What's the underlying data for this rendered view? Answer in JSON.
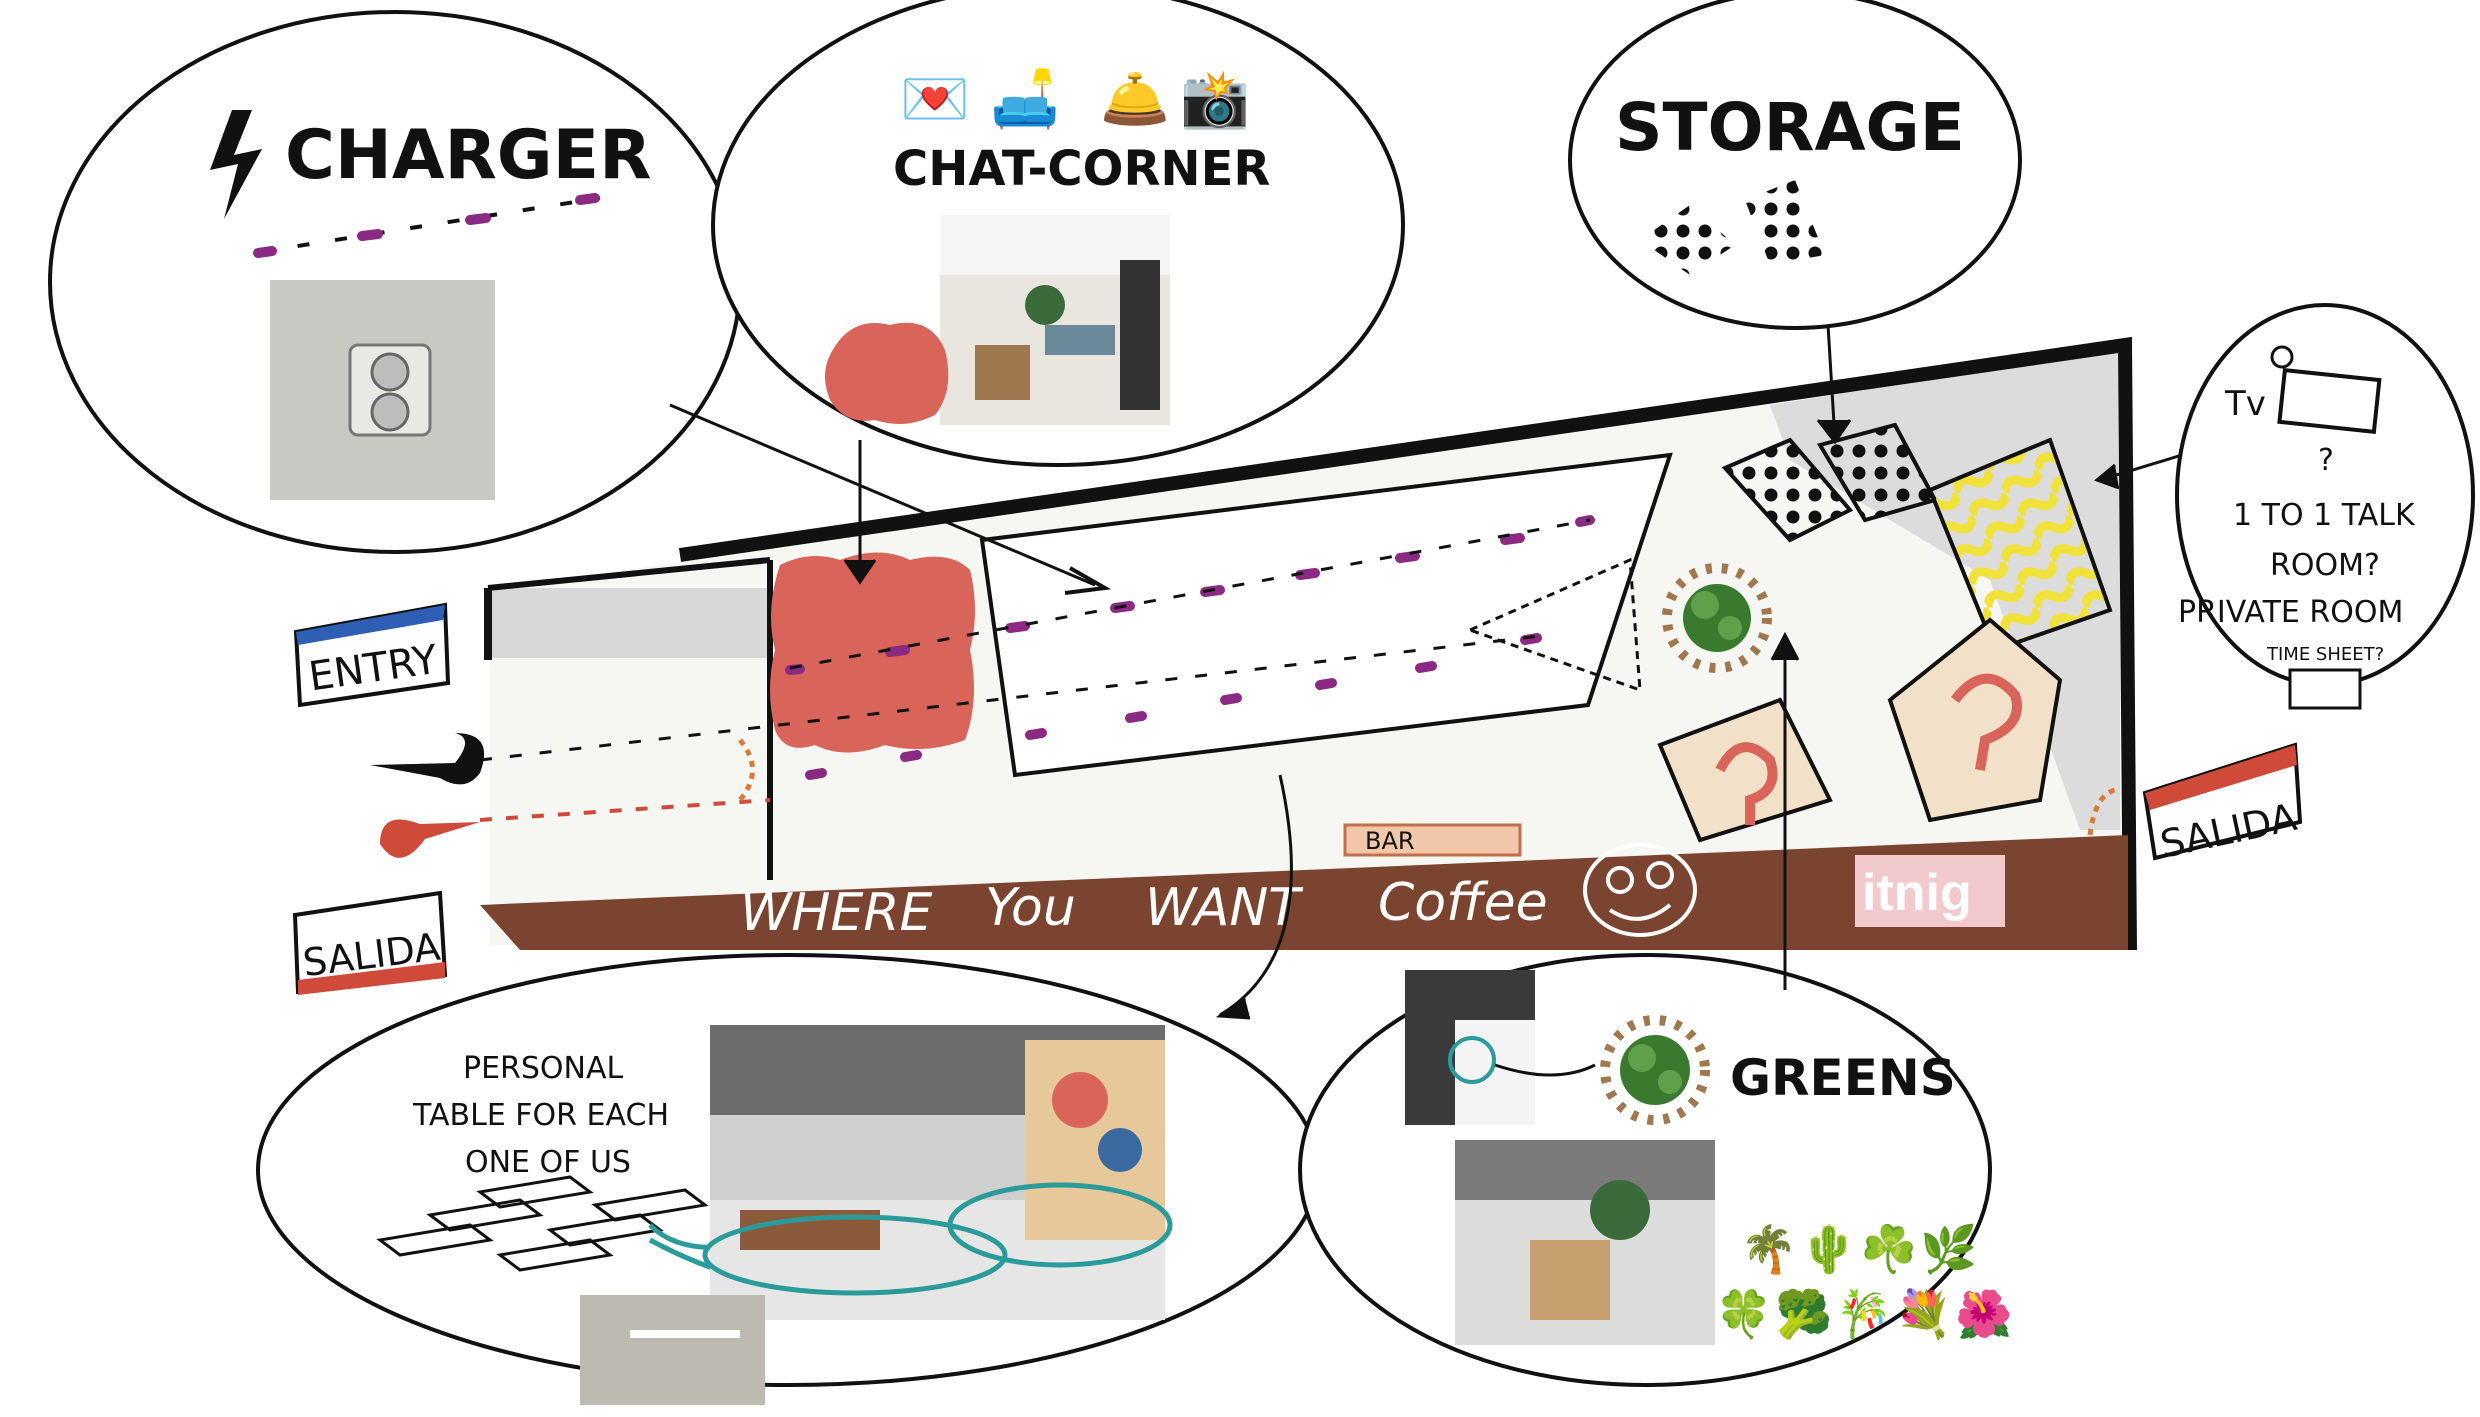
{
  "bubbles": {
    "charger": {
      "title": "CHARGER"
    },
    "chat_corner": {
      "title": "CHAT-CORNER",
      "emoji": [
        "💌",
        "🛋️",
        "🛎️",
        "📸"
      ]
    },
    "storage": {
      "title": "STORAGE"
    },
    "tv_room": {
      "tv": "Tv",
      "q": "?",
      "line1": "1 TO 1 TALK",
      "line2": "ROOM?",
      "line3": "PRIVATE ROOM",
      "line4": "TIME SHEET?"
    },
    "personal": {
      "line1": "PERSONAL",
      "line2": "TABLE FOR EACH",
      "line3": "ONE OF US"
    },
    "greens": {
      "title": "GREENS",
      "emoji_row1": [
        "🌴",
        "🌵",
        "☘️",
        "🌿"
      ],
      "emoji_row2": [
        "🍀",
        "🥦",
        "🎋",
        "💐",
        "🌺"
      ]
    }
  },
  "signs": {
    "entry": "ENTRY",
    "salida_left": "SALIDA",
    "salida_right": "SALIDA",
    "bar": "BAR"
  },
  "counter": {
    "slogan_words": [
      "WHERE",
      "You",
      "WANT",
      "Coffee"
    ],
    "brand": "itnig"
  },
  "colors": {
    "wall": "#111111",
    "counter": "#7a4430",
    "coral": "#d8645a",
    "purple": "#8a2a82",
    "teal": "#2a9a9a",
    "entry_blue": "#2e5fb5",
    "salida_red": "#d04a3a",
    "yellow": "#f1e23b",
    "brand_pink": "#f2c9cc"
  }
}
